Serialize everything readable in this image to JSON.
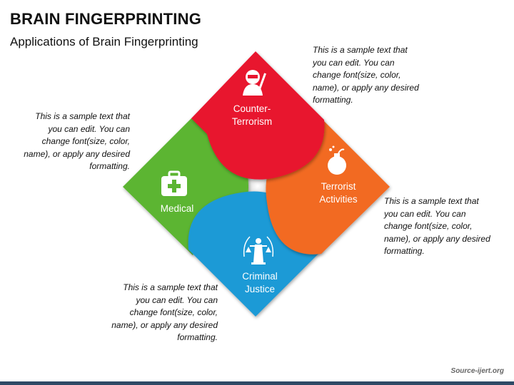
{
  "header": {
    "title": "BRAIN FINGERPRINTING",
    "subtitle": "Applications of Brain Fingerprinting"
  },
  "petals": [
    {
      "id": "counter-terrorism",
      "label_line1": "Counter-",
      "label_line2": "Terrorism",
      "color": "#e8132f",
      "icon": "ninja-icon"
    },
    {
      "id": "terrorist-activities",
      "label_line1": "Terrorist",
      "label_line2": "Activities",
      "color": "#f26a21",
      "icon": "bomb-icon"
    },
    {
      "id": "criminal-justice",
      "label_line1": "Criminal",
      "label_line2": "Justice",
      "color": "#1e9ad6",
      "icon": "justice-statue-icon"
    },
    {
      "id": "medical",
      "label_line1": "Medical",
      "label_line2": "",
      "color": "#5cb531",
      "icon": "medical-kit-icon"
    }
  ],
  "descriptions": {
    "top_right": "This is a sample text that you can edit. You can change font(size, color, name), or apply any desired formatting.",
    "left": "This is a sample text that you can edit. You can change font(size, color, name), or apply any desired formatting.",
    "right": "This is a sample text that you can edit. You can change font(size, color, name), or apply any desired formatting.",
    "bottom": "This is a sample text that you can edit. You can change font(size, color, name), or apply any desired formatting."
  },
  "footer": {
    "source": "Source-ijert.org"
  }
}
